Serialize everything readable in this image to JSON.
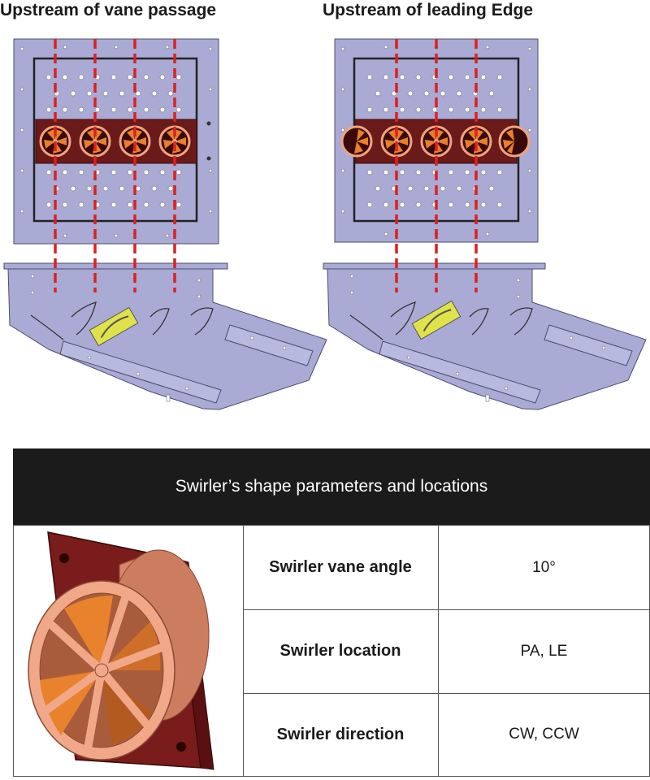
{
  "panels": {
    "left_title": "Upstream of vane passage",
    "right_title": "Upstream of leading Edge"
  },
  "table": {
    "header": "Swirler’s shape parameters and locations",
    "rows": [
      {
        "label": "Swirler vane angle",
        "value": "10°"
      },
      {
        "label": "Swirler location",
        "value": "PA, LE"
      },
      {
        "label": "Swirler direction",
        "value": "CW, CCW"
      }
    ]
  },
  "colors": {
    "plate": "#a9abd4",
    "plate_edge": "#4a4c70",
    "swirler_strip": "#6b1a1a",
    "swirler_ring": "#f0a47c",
    "dashed_line": "#dd2020",
    "insert": "#dfe24a",
    "table_header": "#1b1b1b"
  },
  "icons": [
    "swirler-3d-icon"
  ]
}
